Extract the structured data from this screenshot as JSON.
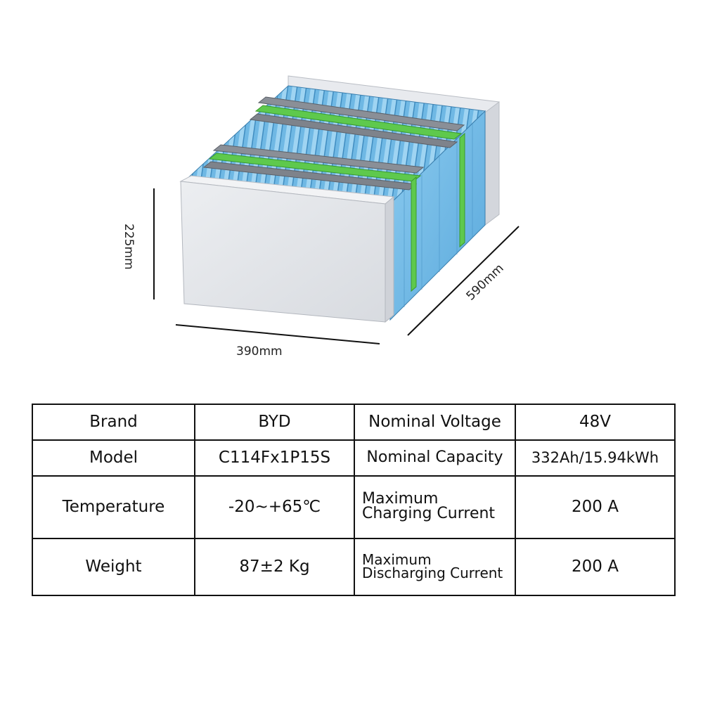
{
  "dimensions": {
    "height": "225mm",
    "width": "390mm",
    "depth": "590mm"
  },
  "colors": {
    "cell_blue": "#7fc3ea",
    "cell_blue_dark": "#3d8fc4",
    "band_green": "#5cc84a",
    "bar_gray": "#7a7f88",
    "end_plate": "#e4e6ea"
  },
  "specs": {
    "rows": [
      {
        "label1": "Brand",
        "value1": "BYD",
        "label2": "Nominal Voltage",
        "value2": "48V"
      },
      {
        "label1": "Model",
        "value1": "C114Fx1P15S",
        "label2": "Nominal Capacity",
        "value2": "332Ah/15.94kWh"
      },
      {
        "label1": "Temperature",
        "value1": "-20~+65℃",
        "label2a": "Maximum",
        "label2b": "Charging Current",
        "value2": "200 A"
      },
      {
        "label1": "Weight",
        "value1": "87±2 Kg",
        "label2a": "Maximum",
        "label2b": "Discharging Current",
        "value2": "200 A"
      }
    ]
  }
}
